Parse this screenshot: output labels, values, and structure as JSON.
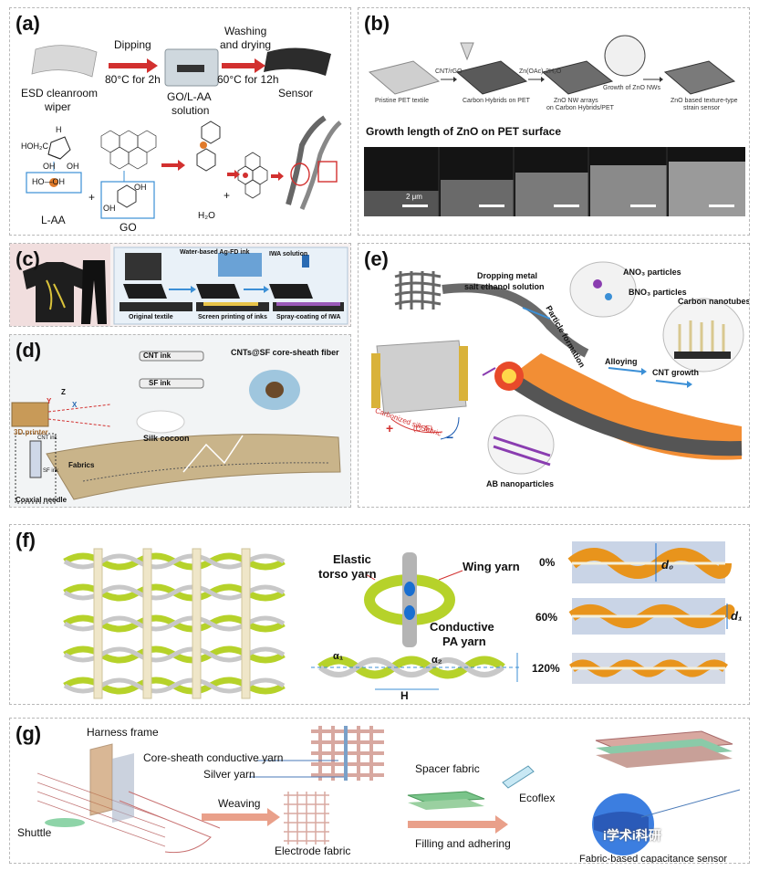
{
  "panels": {
    "a": {
      "label": "(a)",
      "step1_top": "Dipping",
      "step1_bottom": "80°C for 2h",
      "step2_top": "Washing",
      "step2_mid": "and drying",
      "step2_bottom": "60°C for 12h",
      "item1_line1": "ESD cleanroom",
      "item1_line2": "wiper",
      "item2_line1": "GO/L-AA",
      "item2_line2": "solution",
      "item3": "Sensor",
      "hoh2c": "HOH₂C",
      "h": "H",
      "oh1": "OH",
      "oh2": "OH",
      "laa_label": "L-AA",
      "go_label": "GO",
      "h2o": "H₂O",
      "ho_oh": "HO—OH",
      "plus1": "+",
      "plus2": "+",
      "oh_ring_top": "OH",
      "oh_ring_bot": "OH"
    },
    "b": {
      "label": "(b)",
      "s1": "Pristine PET textile",
      "s2": "Carbon Hybrids on PET",
      "s3_line1": "ZnO NW arrays",
      "s3_line2": "on Carbon Hybrids/PET",
      "s4_line1": "ZnO based texture-type",
      "s4_line2": "strain sensor",
      "arrow1": "CNT/rGO",
      "arrow2": "Zn(OAc)₂2H₂O",
      "growth_nws": "Growth of ZnO NWs",
      "heading": "Growth length of ZnO on PET surface",
      "scale": "2 μm"
    },
    "c": {
      "label": "(c)",
      "ink": "Water-based Ag-FD ink",
      "iwa": "IWA solution",
      "cap1": "Original textile",
      "cap2": "Screen printing of inks",
      "cap3": "Spray-coating of IWA"
    },
    "d": {
      "label": "(d)",
      "cnt_ink": "CNT ink",
      "sf_ink": "SF ink",
      "fiber": "CNTs@SF core-sheath fiber",
      "printer": "3D printer",
      "silk": "Silk cocoon",
      "fabrics": "Fabrics",
      "needle": "Coaxial needle",
      "cnt_ink_small": "CNT ink",
      "sf_ink_small": "SF ink",
      "z": "Z",
      "y": "Y",
      "x": "X"
    },
    "e": {
      "label": "(e)",
      "drop_line1": "Dropping metal",
      "drop_line2": "salt ethanol solution",
      "ano3": "ANO₃ particles",
      "bno3": "BNO₃ particles",
      "cnt": "Carbon nanotubes",
      "formation": "Particle formation",
      "alloying": "Alloying",
      "cnt_growth": "CNT growth",
      "csf_line1": "Carbonized silk fabric",
      "csf_line2": "(CSF)",
      "ab": "AB nanoparticles",
      "plus": "+",
      "minus": "−"
    },
    "f": {
      "label": "(f)",
      "elastic_line1": "Elastic",
      "elastic_line2": "torso yarn",
      "wing": "Wing yarn",
      "cond_line1": "Conductive",
      "cond_line2": "PA yarn",
      "a1": "α₁",
      "a2": "α₂",
      "h": "H",
      "p0": "0%",
      "p60": "60%",
      "p120": "120%",
      "d0": "d₀",
      "d1": "d₁"
    },
    "g": {
      "label": "(g)",
      "harness": "Harness frame",
      "core": "Core-sheath conductive yarn",
      "silver": "Silver yarn",
      "shuttle": "Shuttle",
      "weaving": "Weaving",
      "electrode": "Electrode fabric",
      "spacer": "Spacer fabric",
      "ecoflex": "Ecoflex",
      "filling": "Filling and adhering",
      "sensor": "Fabric-based capacitance sensor",
      "watermark": "i学术i科研"
    }
  },
  "colors": {
    "arrow_red": "#d2302f",
    "arrow_blue": "#3b8fd6",
    "yarn_green": "#b6d22a",
    "yarn_silver": "#c8c8c8",
    "orange_fiber": "#e8941c",
    "flame": "#f07a12"
  }
}
